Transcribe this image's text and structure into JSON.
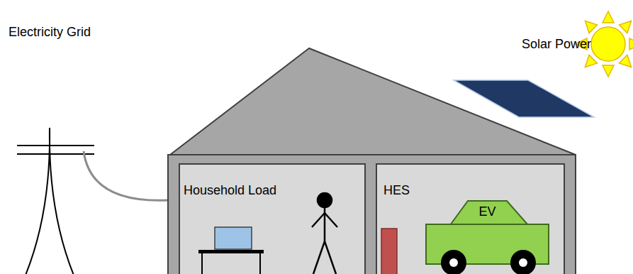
{
  "diagram": {
    "nodes": [
      {
        "text": [
          "Household Load"
        ]
      },
      {
        "text": [
          "HES"
        ]
      },
      {
        "text": [
          "EV"
        ],
        "in": 1
      }
    ],
    "labels": [
      "Electricity Grid",
      "Solar Power"
    ]
  }
}
